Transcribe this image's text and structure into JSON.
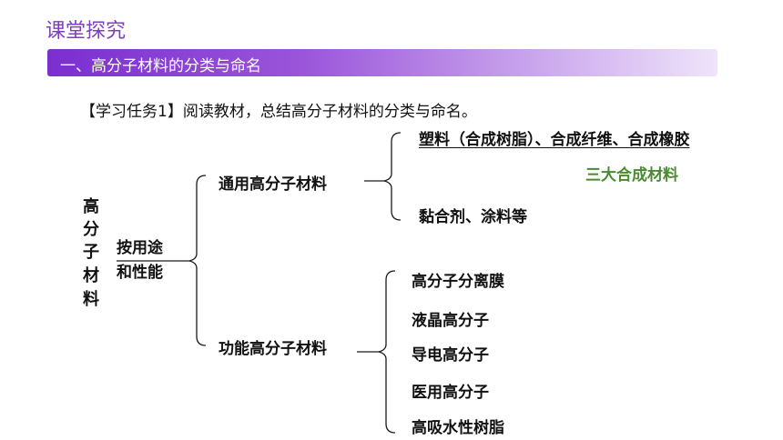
{
  "header": {
    "section_title": "课堂探究",
    "banner_text": "一、高分子材料的分类与命名"
  },
  "task_text": "【学习任务1】阅读教材，总结高分子材料的分类与命名。",
  "diagram": {
    "root_chars": [
      "高",
      "分",
      "子",
      "材",
      "料"
    ],
    "basis": [
      "按用途",
      "和性能"
    ],
    "general": {
      "label": "通用高分子材料",
      "items": [
        "塑料（合成树脂）、合成纤维、合成橡胶",
        "黏合剂、涂料等"
      ],
      "note": "三大合成材料"
    },
    "functional": {
      "label": "功能高分子材料",
      "items": [
        "高分子分离膜",
        "液晶高分子",
        "导电高分子",
        "医用高分子",
        "高吸水性树脂"
      ]
    }
  }
}
